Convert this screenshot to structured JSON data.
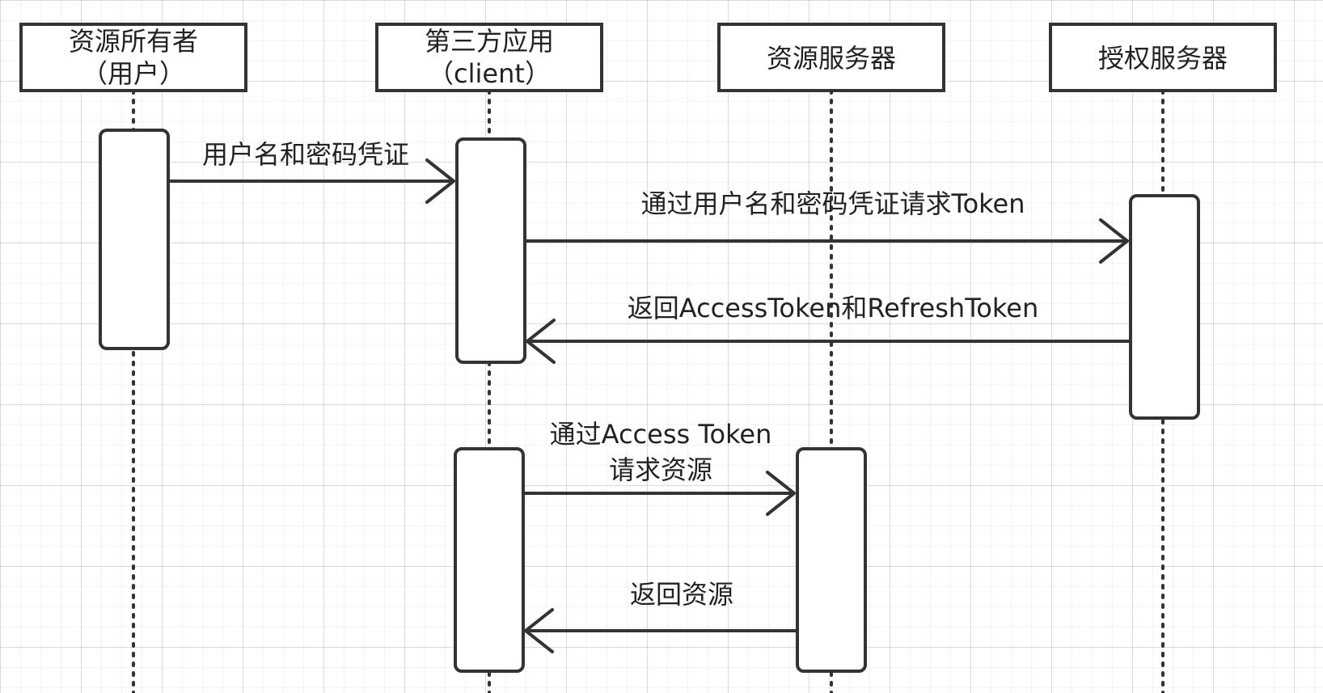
{
  "participants": [
    {
      "label_line1": "资源所有者",
      "label_line2": "（用户）"
    },
    {
      "label_line1": "第三方应用",
      "label_line2": "（client）"
    },
    {
      "label_line1": "资源服务器"
    },
    {
      "label_line1": "授权服务器"
    }
  ],
  "messages": [
    {
      "label": "用户名和密码凭证"
    },
    {
      "label": "通过用户名和密码凭证请求Token"
    },
    {
      "label": "返回AccessToken和RefreshToken"
    },
    {
      "label_line1": "通过Access Token",
      "label_line2": "请求资源"
    },
    {
      "label": "返回资源"
    }
  ]
}
